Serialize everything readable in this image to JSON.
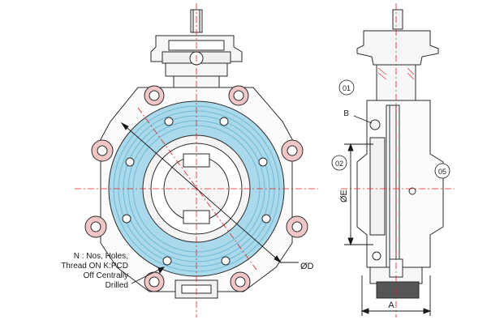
{
  "callout": {
    "line1": "N : Nos, Holes,",
    "line2": "Thread ON K:PCD",
    "line3": "Off Centrally",
    "line4": "Drilled"
  },
  "dimensions": {
    "diameter_d": "ØD",
    "diameter_e": "ØE",
    "length_a": "A"
  },
  "part_labels": {
    "p01": "01",
    "p02": "02",
    "p05": "05",
    "b": "B"
  },
  "colors": {
    "line": "#2b2b2b",
    "centerline": "#e02020",
    "face": "#a9d9ea",
    "face_ring": "#6fb9d6",
    "hole_fill": "#f3c6c6",
    "seat": "#555555"
  }
}
